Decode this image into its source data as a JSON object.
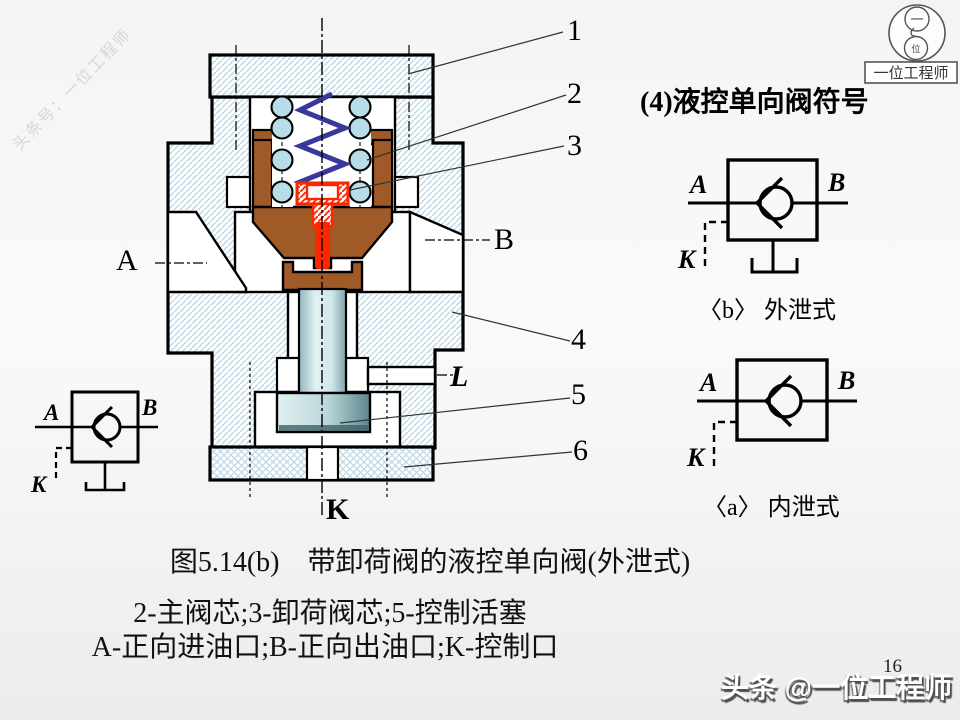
{
  "page": {
    "number": "16"
  },
  "header": {
    "title": "(4)液控单向阀符号"
  },
  "watermarks": {
    "diagonal": "头条号：一位工程师",
    "footer": "头条 @一位工程师"
  },
  "logo": {
    "label": "一位工程师",
    "top_char": "一",
    "bottom_char": "位"
  },
  "drawing": {
    "callouts": [
      "1",
      "2",
      "3",
      "4",
      "5",
      "6"
    ],
    "port_a": "A",
    "port_b": "B",
    "port_k": "K",
    "port_l": "L"
  },
  "symbols": {
    "external": {
      "port_a": "A",
      "port_b": "B",
      "port_k": "K",
      "caption": "〈b〉 外泄式"
    },
    "internal": {
      "port_a": "A",
      "port_b": "B",
      "port_k": "K",
      "caption": "〈a〉 内泄式"
    },
    "small": {
      "port_a": "A",
      "port_b": "B",
      "port_k": "K"
    }
  },
  "caption": {
    "figure": "图5.14(b)　带卸荷阀的液控单向阀(外泄式)",
    "legend1": "2-主阀芯;3-卸荷阀芯;5-控制活塞",
    "legend2": "A-正向进油口;B-正向出油口;K-控制口"
  },
  "colors": {
    "housing_hatch": "#bcd8e6",
    "brown": "#a05a28",
    "spring_blue": "#38389a",
    "red": "#fe2600",
    "piston_light": "#dceef0",
    "piston_dark": "#6f9aa2"
  }
}
